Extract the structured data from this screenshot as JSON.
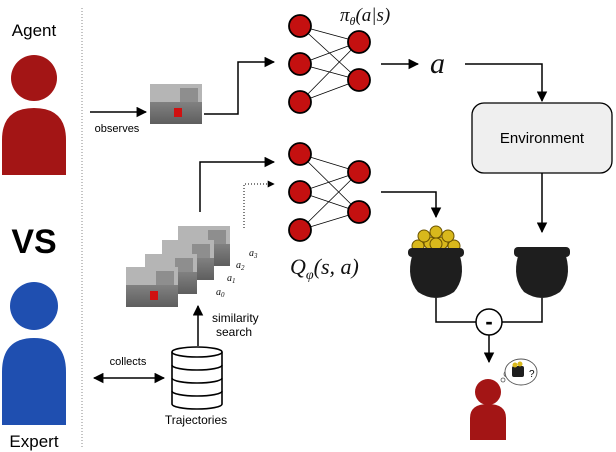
{
  "labels": {
    "agent": "Agent",
    "expert": "Expert",
    "vs": "VS",
    "observes": "observes",
    "collects": "collects",
    "similarity_line1": "similarity",
    "similarity_line2": "search",
    "trajectories": "Trajectories",
    "environment": "Environment",
    "minus": "-",
    "question": "?"
  },
  "math": {
    "policy": "πθ(a|s)",
    "action": "a",
    "qfunc": "Qφ(s, a)",
    "a3": "a3",
    "a2": "a2",
    "a1": "a1",
    "a0": "a0"
  },
  "colors": {
    "agent": "#a31515",
    "expert": "#1f4fb0",
    "neuron": "#c41010",
    "environment_box": "#efefef",
    "pot": "#1e1e1e",
    "gold": "#d8b81c",
    "cube": "#d01010"
  },
  "icons": [
    "agent-person-icon",
    "expert-person-icon",
    "database-icon",
    "gold-pot-icon",
    "empty-pot-icon",
    "thinking-person-icon"
  ]
}
